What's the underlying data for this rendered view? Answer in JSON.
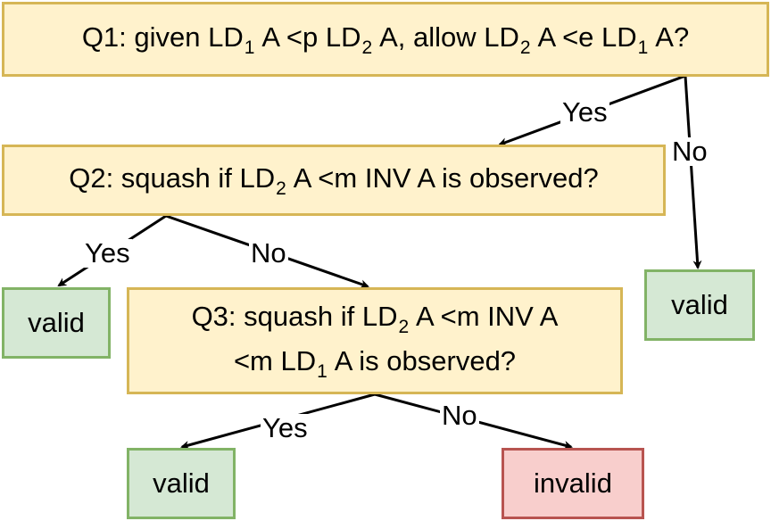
{
  "nodes": {
    "q1": {
      "parts": [
        "Q1: given LD",
        "1",
        " A <p LD",
        "2",
        " A, allow LD",
        "2",
        " A <e LD",
        "1",
        " A?"
      ]
    },
    "q2": {
      "parts": [
        "Q2: squash if LD",
        "2",
        " A <m INV A is observed?"
      ]
    },
    "q3": {
      "line1": [
        "Q3: squash if LD",
        "2",
        " A <m INV A"
      ],
      "line2": [
        "<m LD",
        "1",
        " A is observed?"
      ]
    },
    "valid_q2_yes": "valid",
    "valid_q1_no": "valid",
    "valid_q3_yes": "valid",
    "invalid_q3_no": "invalid"
  },
  "edges": {
    "q1_yes": "Yes",
    "q1_no": "No",
    "q2_yes": "Yes",
    "q2_no": "No",
    "q3_yes": "Yes",
    "q3_no": "No"
  },
  "colors": {
    "question_fill": "#fff2cc",
    "question_border": "#d6b656",
    "valid_fill": "#d5e8d4",
    "valid_border": "#82b366",
    "invalid_fill": "#f8cecc",
    "invalid_border": "#b85450"
  }
}
